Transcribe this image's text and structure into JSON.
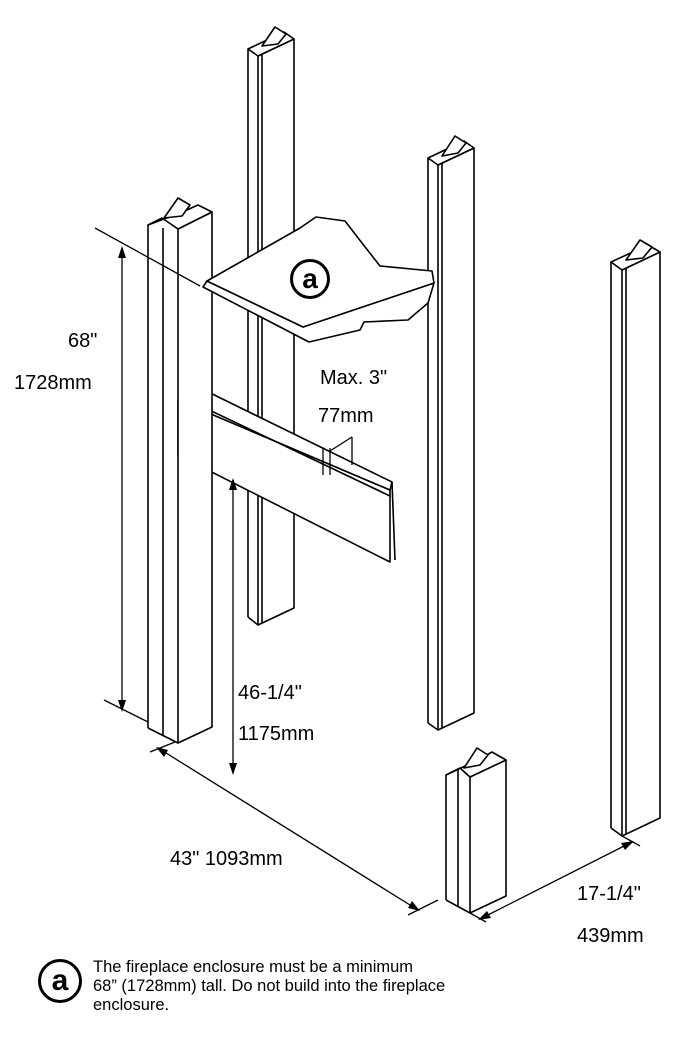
{
  "labels": {
    "height_in": "68\"",
    "height_mm": "1728mm",
    "max_in": "Max. 3\"",
    "max_mm": "77mm",
    "header_in": "46-1/4\"",
    "header_mm": "1175mm",
    "width": "43\" 1093mm",
    "depth_in": "17-1/4\"",
    "depth_mm": "439mm"
  },
  "callout": "a",
  "note": {
    "line1": "The fireplace enclosure must be a minimum",
    "line2": "68” (1728mm) tall.  Do not build into the fireplace",
    "line3": "enclosure."
  }
}
